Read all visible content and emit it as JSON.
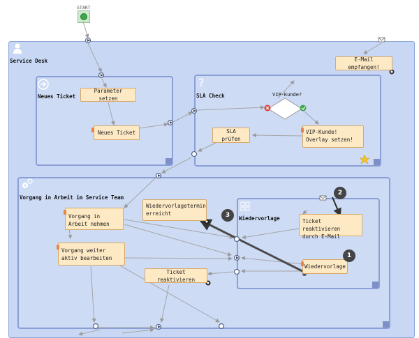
{
  "start": {
    "label": "START"
  },
  "pool": {
    "label": "Service Desk"
  },
  "mail_event": {
    "label": "E-Mail empfangen!"
  },
  "subprocesses": {
    "neues_ticket": {
      "label": "Neues Ticket"
    },
    "sla_check": {
      "label": "SLA Check"
    },
    "vorgang": {
      "label": "Vorgang in Arbeit im Service Team"
    },
    "wiedervorlage": {
      "label": "Wiedervorlage"
    }
  },
  "tasks": {
    "parameter": "Parameter setzen",
    "neues_ticket": "Neues Ticket",
    "sla_pruefen": "SLA prüfen",
    "vip_overlay": "VIP-Kunde! Overlay setzen!",
    "vorgang_nehmen": "Vorgang in Arbeit nehmen",
    "vorgang_weiter": "Vorgang weiter aktiv bearbeiten",
    "wiedervorlagetermin": "Wiedervorlagetermin erreicht",
    "ticket_reaktivieren": "Ticket reaktivieren",
    "ticket_reaktivieren_mail": "Ticket reaktivieren durch E-Mail",
    "wiedervorlage": "Wiedervorlage"
  },
  "gateway": {
    "label": "VIP-Kunde?"
  },
  "badges": {
    "b1": "1",
    "b2": "2",
    "b3": "3"
  },
  "colors": {
    "pool": "#c8d8f4",
    "task": "#fde9c4",
    "task_border": "#d8a868",
    "badge": "#444444",
    "start": "#3ca84a"
  }
}
